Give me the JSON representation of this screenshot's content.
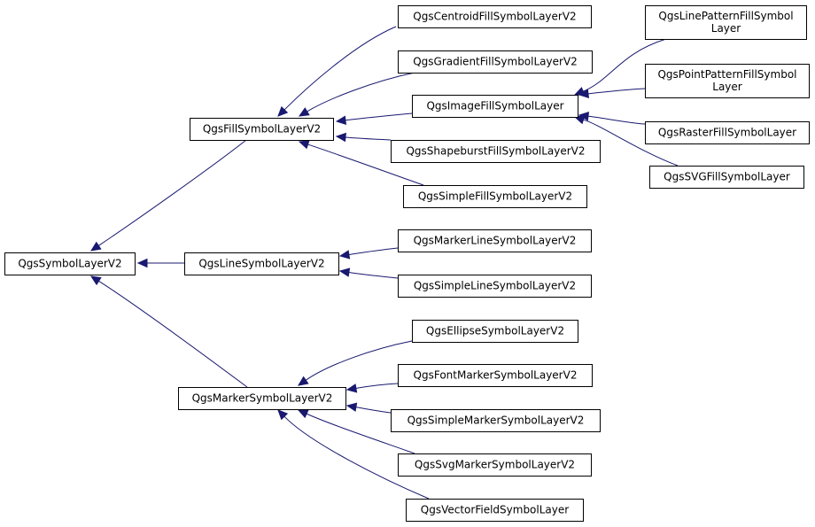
{
  "diagram": {
    "type": "inheritance-graph",
    "colors": {
      "edge": "#191970",
      "node_border": "#000000",
      "node_fill": "#ffffff",
      "text": "#000000"
    },
    "nodes": [
      {
        "id": "symbol",
        "lines": [
          "QgsSymbolLayerV2"
        ]
      },
      {
        "id": "fill",
        "lines": [
          "QgsFillSymbolLayerV2"
        ]
      },
      {
        "id": "line",
        "lines": [
          "QgsLineSymbolLayerV2"
        ]
      },
      {
        "id": "marker",
        "lines": [
          "QgsMarkerSymbolLayerV2"
        ]
      },
      {
        "id": "centroid",
        "lines": [
          "QgsCentroidFillSymbolLayerV2"
        ]
      },
      {
        "id": "gradient",
        "lines": [
          "QgsGradientFillSymbolLayerV2"
        ]
      },
      {
        "id": "imagefill",
        "lines": [
          "QgsImageFillSymbolLayer"
        ]
      },
      {
        "id": "shapeburst",
        "lines": [
          "QgsShapeburstFillSymbolLayerV2"
        ]
      },
      {
        "id": "simplefill",
        "lines": [
          "QgsSimpleFillSymbolLayerV2"
        ]
      },
      {
        "id": "linepattern",
        "lines": [
          "QgsLinePatternFillSymbol",
          "Layer"
        ]
      },
      {
        "id": "pointpattern",
        "lines": [
          "QgsPointPatternFillSymbol",
          "Layer"
        ]
      },
      {
        "id": "rasterfill",
        "lines": [
          "QgsRasterFillSymbolLayer"
        ]
      },
      {
        "id": "svgfill",
        "lines": [
          "QgsSVGFillSymbolLayer"
        ]
      },
      {
        "id": "markerline",
        "lines": [
          "QgsMarkerLineSymbolLayerV2"
        ]
      },
      {
        "id": "simpleline",
        "lines": [
          "QgsSimpleLineSymbolLayerV2"
        ]
      },
      {
        "id": "ellipse",
        "lines": [
          "QgsEllipseSymbolLayerV2"
        ]
      },
      {
        "id": "fontmarker",
        "lines": [
          "QgsFontMarkerSymbolLayerV2"
        ]
      },
      {
        "id": "simplemarker",
        "lines": [
          "QgsSimpleMarkerSymbolLayerV2"
        ]
      },
      {
        "id": "svgmarker",
        "lines": [
          "QgsSvgMarkerSymbolLayerV2"
        ]
      },
      {
        "id": "vectorfield",
        "lines": [
          "QgsVectorFieldSymbolLayer"
        ]
      }
    ],
    "edges": [
      {
        "from": "fill",
        "to": "symbol"
      },
      {
        "from": "line",
        "to": "symbol"
      },
      {
        "from": "marker",
        "to": "symbol"
      },
      {
        "from": "centroid",
        "to": "fill"
      },
      {
        "from": "gradient",
        "to": "fill"
      },
      {
        "from": "imagefill",
        "to": "fill"
      },
      {
        "from": "shapeburst",
        "to": "fill"
      },
      {
        "from": "simplefill",
        "to": "fill"
      },
      {
        "from": "linepattern",
        "to": "imagefill"
      },
      {
        "from": "pointpattern",
        "to": "imagefill"
      },
      {
        "from": "rasterfill",
        "to": "imagefill"
      },
      {
        "from": "svgfill",
        "to": "imagefill"
      },
      {
        "from": "markerline",
        "to": "line"
      },
      {
        "from": "simpleline",
        "to": "line"
      },
      {
        "from": "ellipse",
        "to": "marker"
      },
      {
        "from": "fontmarker",
        "to": "marker"
      },
      {
        "from": "simplemarker",
        "to": "marker"
      },
      {
        "from": "svgmarker",
        "to": "marker"
      },
      {
        "from": "vectorfield",
        "to": "marker"
      }
    ]
  }
}
